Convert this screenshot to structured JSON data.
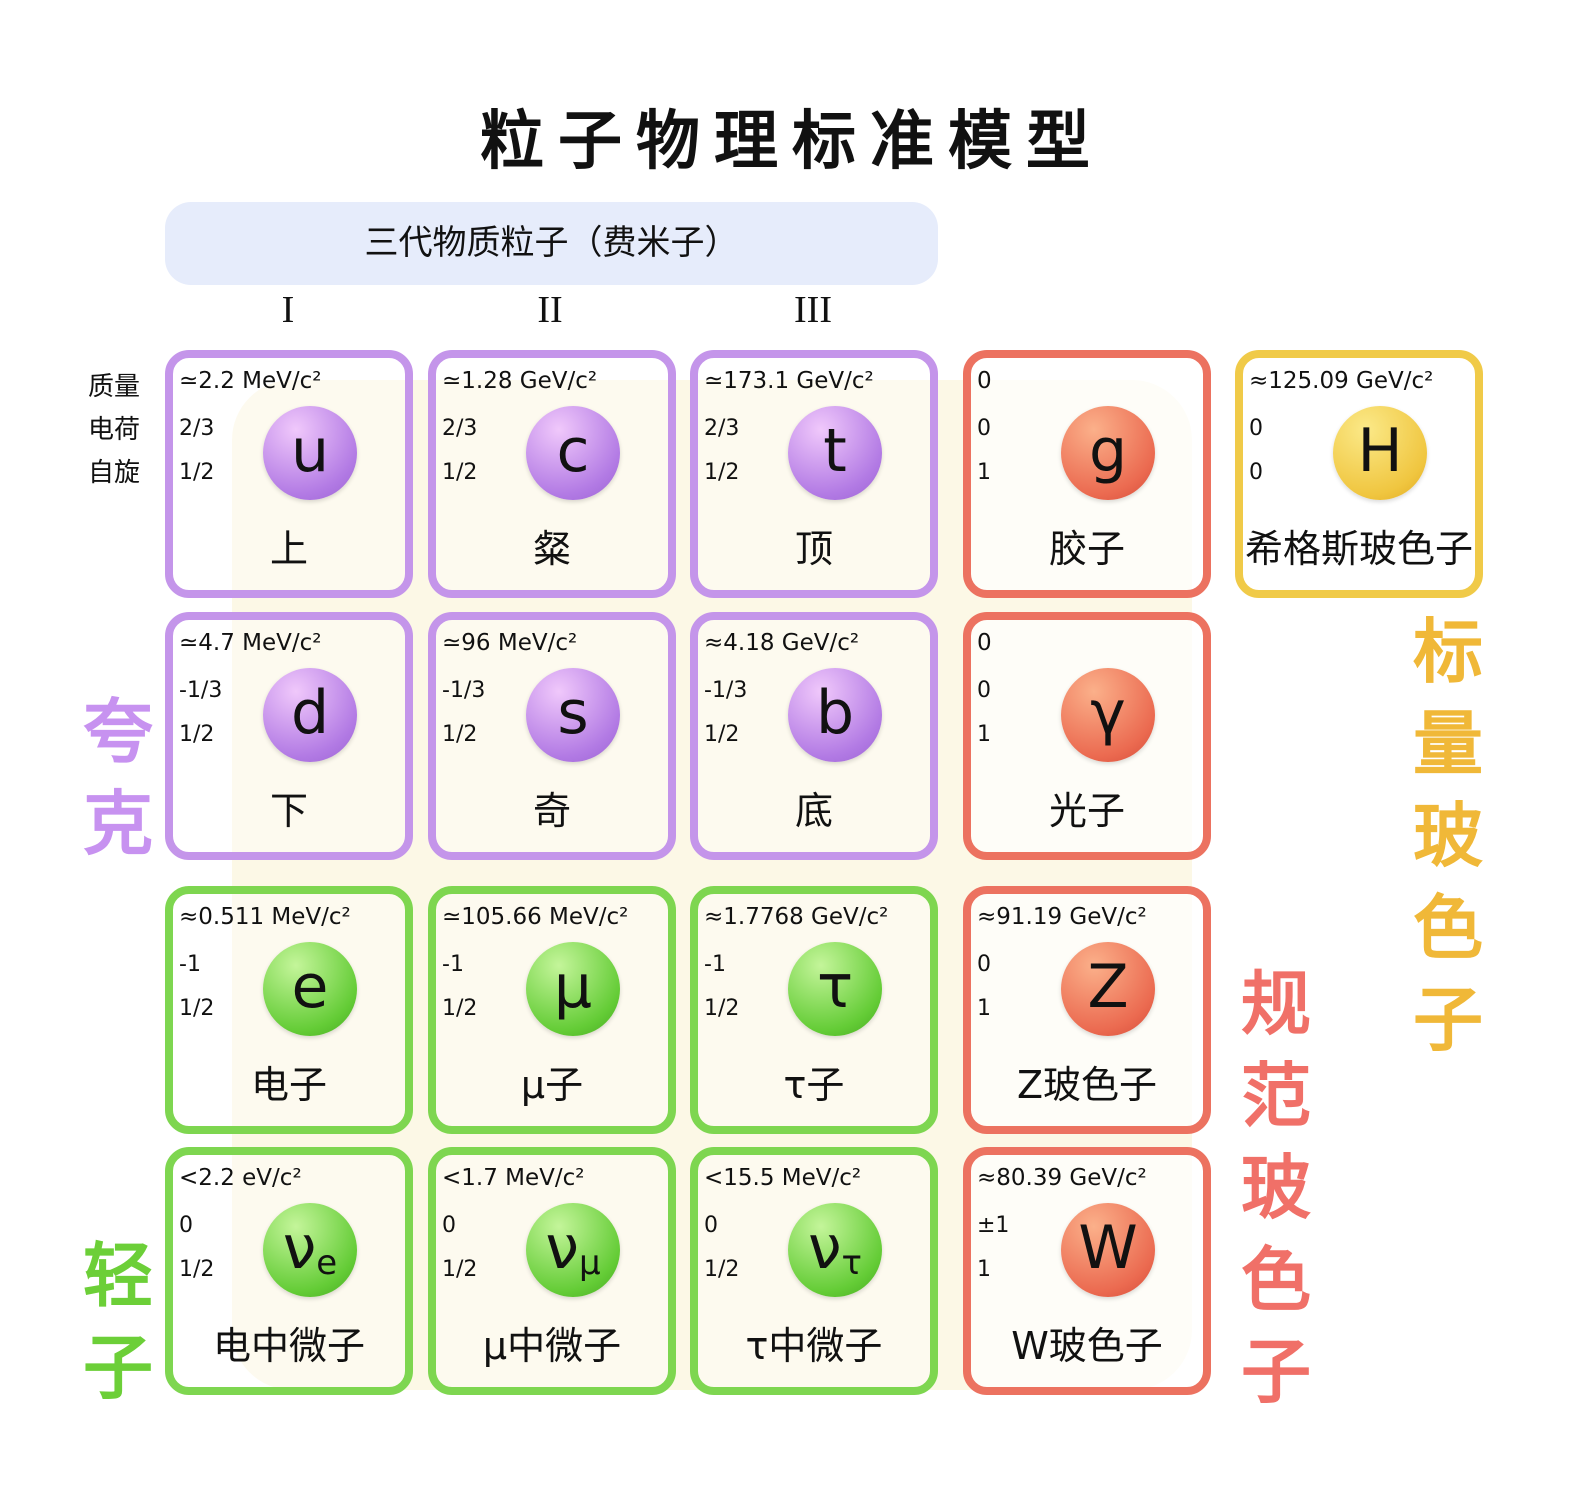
{
  "title": "粒子物理标准模型",
  "header": "三代物质粒子（费米子）",
  "generations": [
    "I",
    "II",
    "III"
  ],
  "row_labels": [
    "质量",
    "电荷",
    "自旋"
  ],
  "side_labels": {
    "quarks": [
      "夸",
      "克"
    ],
    "leptons": [
      "轻",
      "子"
    ],
    "gauge_bosons": [
      "规",
      "范",
      "玻",
      "色",
      "子"
    ],
    "scalar_bosons": [
      "标",
      "量",
      "玻",
      "色",
      "子"
    ]
  },
  "colors": {
    "quark": "#b57ee0",
    "lepton": "#6fd040",
    "gauge": "#e86a55",
    "scalar": "#f0c640",
    "header_bg": "#e6ecfb"
  },
  "particles": [
    {
      "id": "up",
      "type": "quark",
      "mass": "≃2.2 MeV/c²",
      "charge": "2/3",
      "spin": "1/2",
      "symbol": "u",
      "sub": "",
      "name": "上"
    },
    {
      "id": "charm",
      "type": "quark",
      "mass": "≃1.28 GeV/c²",
      "charge": "2/3",
      "spin": "1/2",
      "symbol": "c",
      "sub": "",
      "name": "粲"
    },
    {
      "id": "top",
      "type": "quark",
      "mass": "≃173.1 GeV/c²",
      "charge": "2/3",
      "spin": "1/2",
      "symbol": "t",
      "sub": "",
      "name": "顶"
    },
    {
      "id": "gluon",
      "type": "gauge",
      "mass": "0",
      "charge": "0",
      "spin": "1",
      "symbol": "g",
      "sub": "",
      "name": "胶子"
    },
    {
      "id": "higgs",
      "type": "scalar",
      "mass": "≈125.09 GeV/c²",
      "charge": "0",
      "spin": "0",
      "symbol": "H",
      "sub": "",
      "name": "希格斯玻色子"
    },
    {
      "id": "down",
      "type": "quark",
      "mass": "≃4.7 MeV/c²",
      "charge": "-1/3",
      "spin": "1/2",
      "symbol": "d",
      "sub": "",
      "name": "下"
    },
    {
      "id": "strange",
      "type": "quark",
      "mass": "≃96 MeV/c²",
      "charge": "-1/3",
      "spin": "1/2",
      "symbol": "s",
      "sub": "",
      "name": "奇"
    },
    {
      "id": "bottom",
      "type": "quark",
      "mass": "≈4.18 GeV/c²",
      "charge": "-1/3",
      "spin": "1/2",
      "symbol": "b",
      "sub": "",
      "name": "底"
    },
    {
      "id": "photon",
      "type": "gauge",
      "mass": "0",
      "charge": "0",
      "spin": "1",
      "symbol": "γ",
      "sub": "",
      "name": "光子"
    },
    {
      "id": "electron",
      "type": "lepton",
      "mass": "≈0.511 MeV/c²",
      "charge": "-1",
      "spin": "1/2",
      "symbol": "e",
      "sub": "",
      "name": "电子"
    },
    {
      "id": "muon",
      "type": "lepton",
      "mass": "≃105.66 MeV/c²",
      "charge": "-1",
      "spin": "1/2",
      "symbol": "μ",
      "sub": "",
      "name": "μ子"
    },
    {
      "id": "tau",
      "type": "lepton",
      "mass": "≈1.7768 GeV/c²",
      "charge": "-1",
      "spin": "1/2",
      "symbol": "τ",
      "sub": "",
      "name": "τ子"
    },
    {
      "id": "z-boson",
      "type": "gauge",
      "mass": "≈91.19 GeV/c²",
      "charge": "0",
      "spin": "1",
      "symbol": "Z",
      "sub": "",
      "name": "Z玻色子"
    },
    {
      "id": "electron-neutrino",
      "type": "lepton",
      "mass": "<2.2 eV/c²",
      "charge": "0",
      "spin": "1/2",
      "symbol": "ν",
      "sub": "e",
      "name": "电中微子"
    },
    {
      "id": "muon-neutrino",
      "type": "lepton",
      "mass": "<1.7 MeV/c²",
      "charge": "0",
      "spin": "1/2",
      "symbol": "ν",
      "sub": "μ",
      "name": "μ中微子"
    },
    {
      "id": "tau-neutrino",
      "type": "lepton",
      "mass": "<15.5 MeV/c²",
      "charge": "0",
      "spin": "1/2",
      "symbol": "ν",
      "sub": "τ",
      "name": "τ中微子"
    },
    {
      "id": "w-boson",
      "type": "gauge",
      "mass": "≈80.39 GeV/c²",
      "charge": "±1",
      "spin": "1",
      "symbol": "W",
      "sub": "",
      "name": "W玻色子"
    }
  ]
}
